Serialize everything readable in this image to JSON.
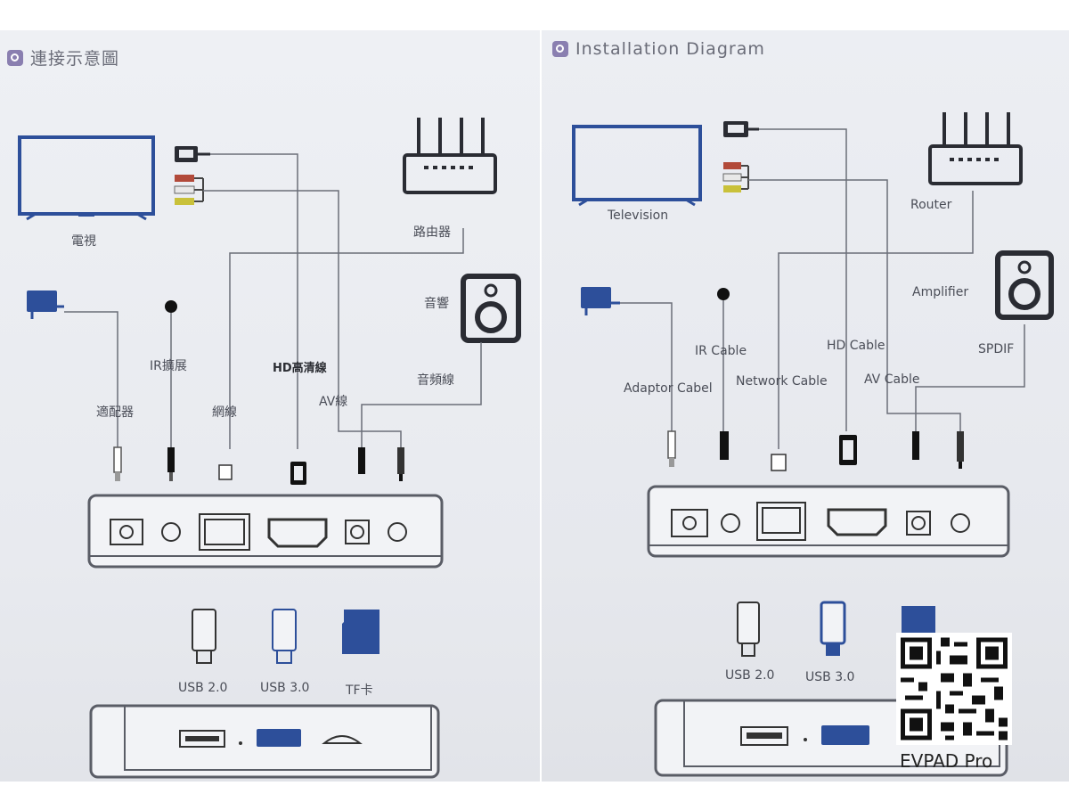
{
  "left_panel": {
    "heading": "連接示意圖",
    "labels": {
      "tv": "電視",
      "router": "路由器",
      "speaker": "音響",
      "ir": "IR擴展",
      "hd": "HD高清線",
      "adapter": "適配器",
      "network": "網線",
      "av": "AV線",
      "audio": "音頻線",
      "usb2": "USB 2.0",
      "usb3": "USB 3.0",
      "tf": "TF卡"
    }
  },
  "right_panel": {
    "heading": "Installation Diagram",
    "labels": {
      "tv": "Television",
      "router": "Router",
      "amplifier": "Amplifier",
      "ir": "IR Cable",
      "hd": "HD Cable",
      "spdif": "SPDIF",
      "adapter": "Adaptor Cabel",
      "network": "Network Cable",
      "av": "AV Cable",
      "usb2": "USB 2.0",
      "usb3": "USB 3.0"
    }
  },
  "watermark": {
    "brand": "EVPAD Pro"
  },
  "colors": {
    "accent_blue": "#2d4f9a",
    "line_gray": "#6b6e78",
    "device_dark": "#2a2c33"
  }
}
